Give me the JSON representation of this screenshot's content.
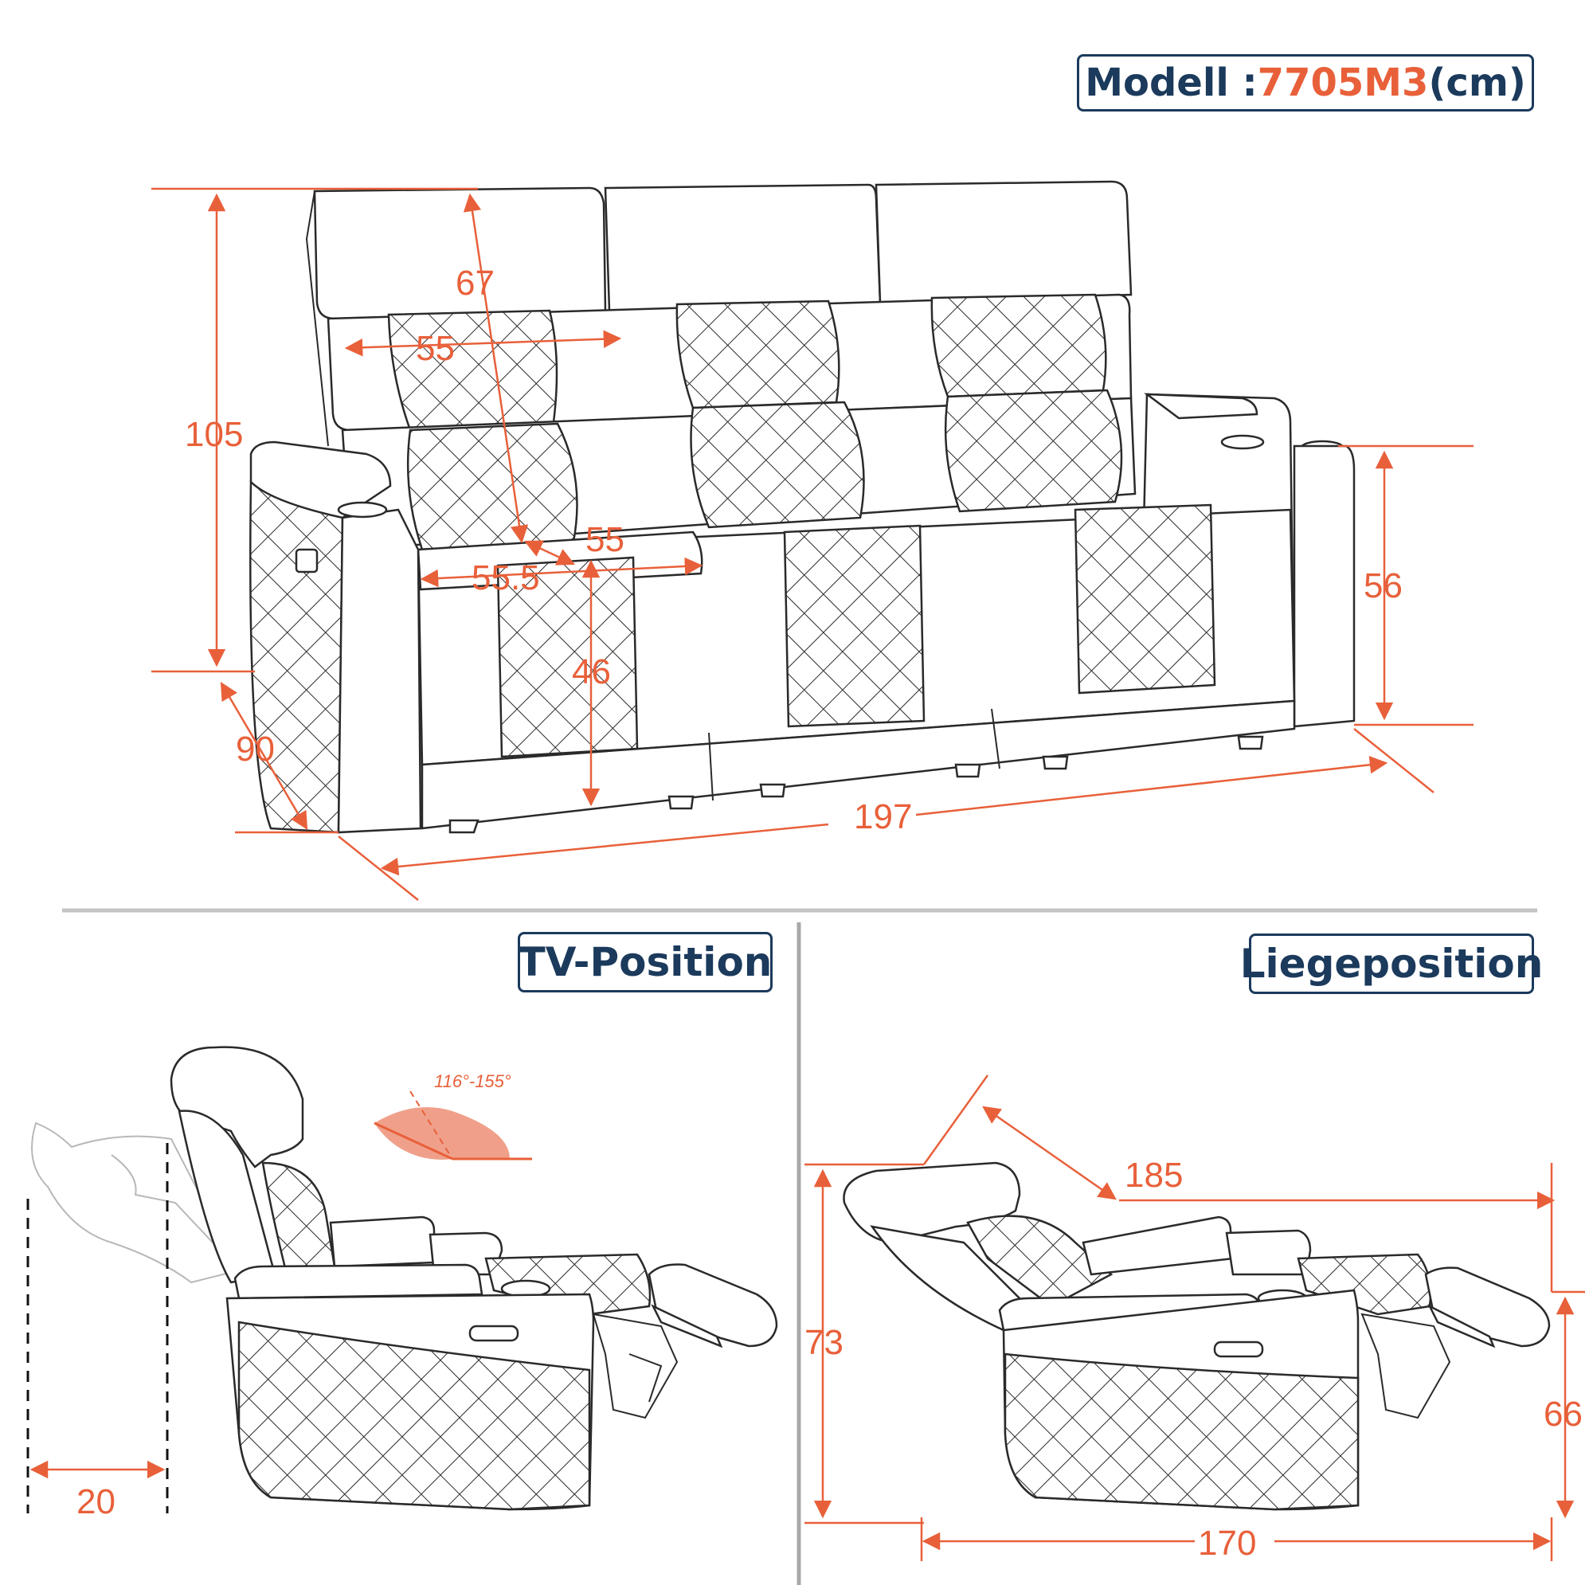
{
  "header": {
    "model_prefix": "Modell : ",
    "model_number": "7705M3",
    "model_unit": "(cm)"
  },
  "panels": {
    "tv": {
      "title": "TV-Position"
    },
    "recline": {
      "title": "Liegeposition"
    }
  },
  "dimensions": {
    "total_height": "105",
    "backrest_height": "67",
    "back_width": "55",
    "seat_width": "55.5",
    "seat_depth": "55",
    "seat_height": "46",
    "arm_height": "56",
    "depth": "90",
    "width": "197",
    "wall_gap": "20",
    "recline_angle": "116°-155°",
    "recline_length": "185",
    "recline_height": "73",
    "footrest_height": "66",
    "recline_depth": "170"
  },
  "colors": {
    "accent": "#e8603a",
    "navy": "#1b3a5c",
    "outline": "#2a2a2a",
    "divider": "#b0b0b0"
  }
}
